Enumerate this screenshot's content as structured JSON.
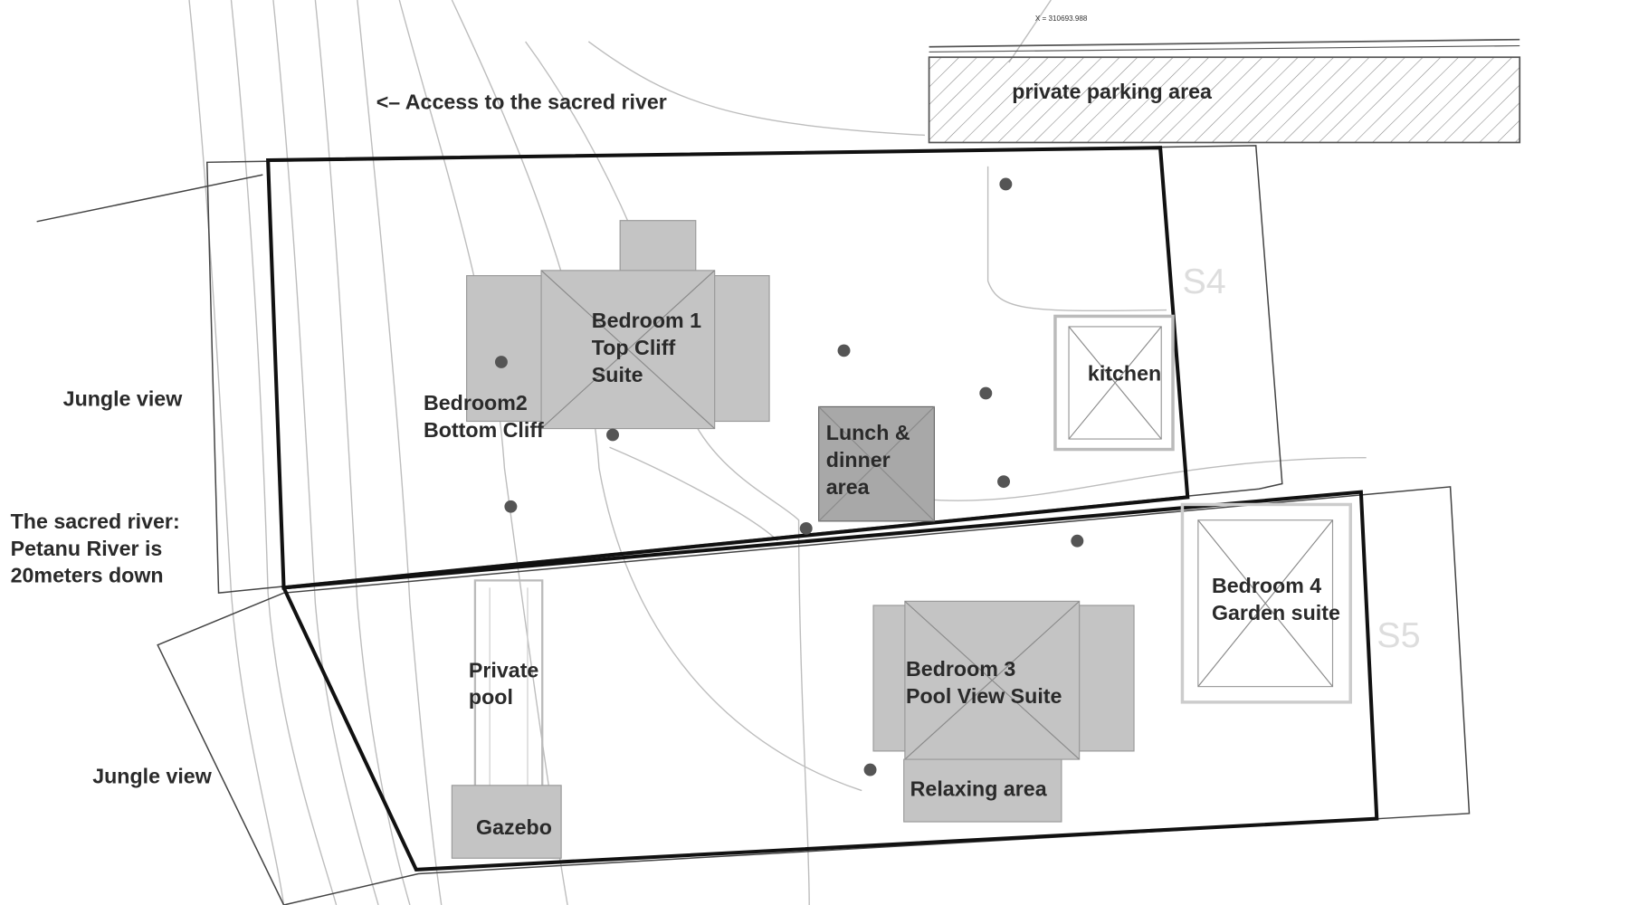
{
  "plan": {
    "labels": {
      "access_river": "<– Access to the sacred river",
      "parking": "private parking area",
      "bedroom1": [
        "Bedroom 1",
        "Top Cliff",
        "Suite"
      ],
      "bedroom2": [
        "Bedroom2",
        "Bottom Cliff"
      ],
      "lunch": [
        "Lunch &",
        "dinner",
        "area"
      ],
      "kitchen": "kitchen",
      "jungle_view_top": "Jungle view",
      "jungle_view_bottom": "Jungle view",
      "sacred_river": [
        "The sacred river:",
        "Petanu River is",
        "20meters down"
      ],
      "bedroom4": [
        "Bedroom 4",
        "Garden suite"
      ],
      "bedroom3": [
        "Bedroom 3",
        "Pool View Suite"
      ],
      "pool": [
        "Private",
        "pool"
      ],
      "relaxing": "Relaxing area",
      "gazebo": "Gazebo",
      "coord": "X = 310693.988",
      "s4": "S4",
      "s5": "S5"
    },
    "colors": {
      "building": "#c4c4c4",
      "dining": "#a8a8a8",
      "boundary": "#111111"
    }
  }
}
